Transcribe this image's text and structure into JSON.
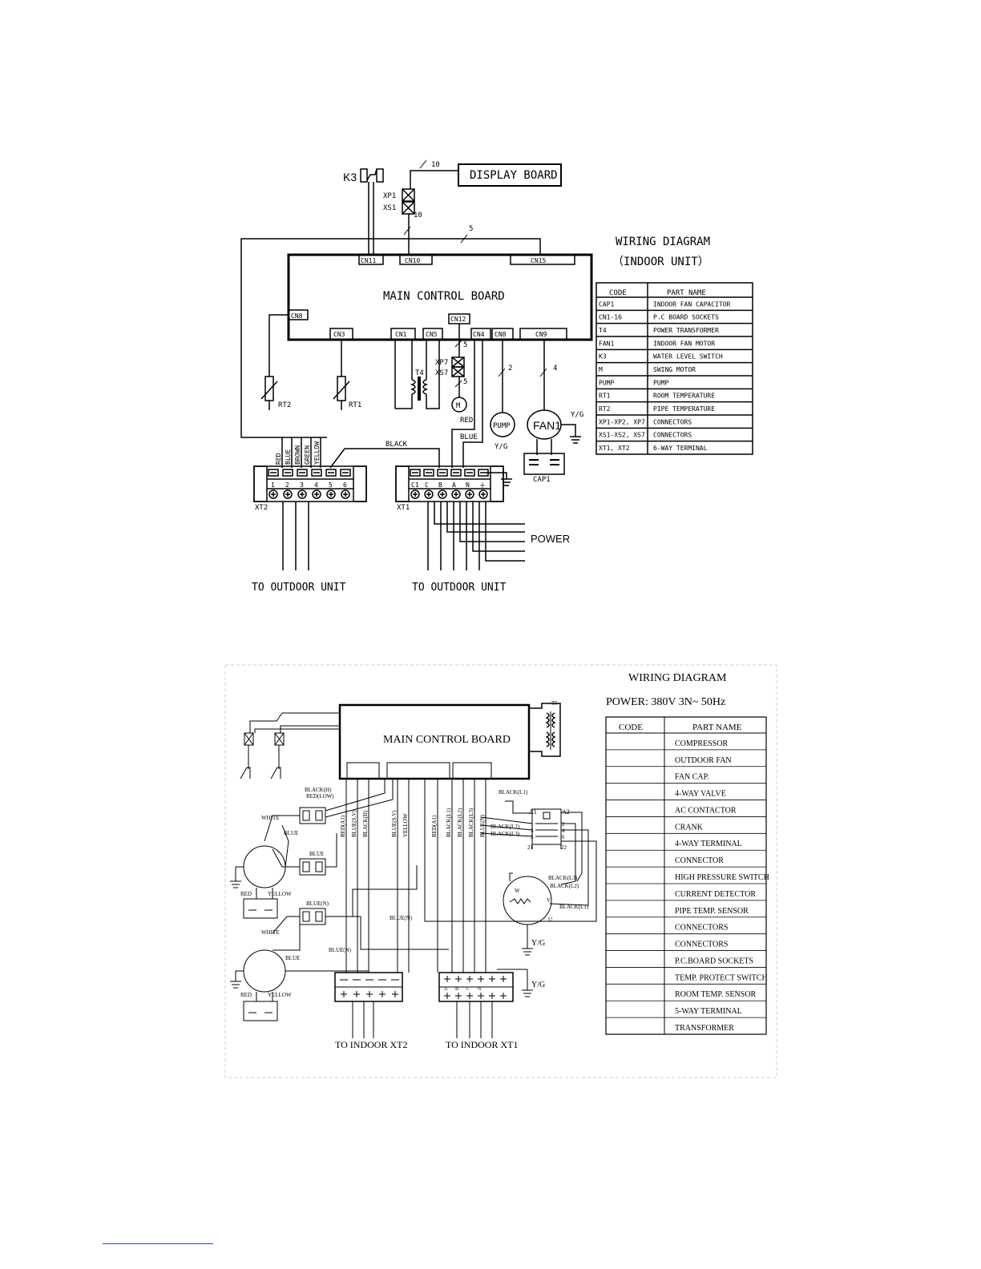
{
  "upper": {
    "title": "WIRING DIAGRAM",
    "subtitle": "（INDOOR UNIT）",
    "display_board": "DISPLAY BOARD",
    "main_board": "MAIN CONTROL BOARD",
    "labels": {
      "k3": "K3",
      "xp1": "XP1",
      "xs1": "XS1",
      "xp7": "XP7",
      "xs7": "XS7",
      "w10a": "10",
      "w10b": "10",
      "w5": "5",
      "w5b": "5",
      "w5c": "5",
      "w2": "2",
      "w4": "4",
      "cn11": "CN11",
      "cn10": "CN10",
      "cn15": "CN15",
      "cn8l": "CN8",
      "cn3": "CN3",
      "cn1": "CN1",
      "cn5": "CN5",
      "cn12": "CN12",
      "cn4": "CN4",
      "cn8": "CN8",
      "cn9": "CN9",
      "t4": "T4",
      "m": "M",
      "pump": "PUMP",
      "fan1": "FAN1",
      "cap1": "CAP1",
      "yg1": "Y/G",
      "yg2": "Y/G",
      "rt2": "RT2",
      "rt1": "RT1",
      "red": "RED",
      "blue": "BLUE",
      "black": "BLACK",
      "xt2": "XT2",
      "xt1": "XT1",
      "power": "POWER",
      "to_outdoor_1": "TO OUTDOOR UNIT",
      "to_outdoor_2": "TO OUTDOOR UNIT"
    },
    "xt2_wires": [
      "RED",
      "BLUE",
      "BROWN",
      "GREEN",
      "YELLOW"
    ],
    "xt2_terms": [
      "1",
      "2",
      "3",
      "4",
      "5",
      "6"
    ],
    "xt1_terms": [
      "C1",
      "C",
      "B",
      "A",
      "N",
      "⏚"
    ],
    "table": {
      "headers": [
        "CODE",
        "PART NAME"
      ],
      "rows": [
        [
          "CAP1",
          "INDOOR FAN CAPACITOR"
        ],
        [
          "CN1-16",
          "P.C BOARD SOCKETS"
        ],
        [
          "T4",
          "POWER TRANSFORMER"
        ],
        [
          "FAN1",
          "INDOOR FAN MOTOR"
        ],
        [
          "K3",
          "WATER LEVEL SWITCH"
        ],
        [
          "M",
          "SWING MOTOR"
        ],
        [
          "PUMP",
          "PUMP"
        ],
        [
          "RT1",
          "ROOM TEMPERATURE"
        ],
        [
          "RT2",
          "PIPE TEMPERATURE"
        ],
        [
          "XP1-XP2, XP7",
          "CONNECTORS"
        ],
        [
          "XS1-XS2, XS7",
          "CONNECTORS"
        ],
        [
          "XT1, XT2",
          "6-WAY TERMINAL"
        ]
      ]
    }
  },
  "lower": {
    "title": "WIRING DIAGRAM",
    "power": "POWER: 380V 3N~     50Hz",
    "main_board": "MAIN CONTROL BOARD",
    "labels": {
      "t5": "T5",
      "black_h": "BLACK(H)",
      "red_low": "RED(LOW)",
      "white1": "WHITE",
      "blue1": "BLUE",
      "red1": "RED",
      "yellow1": "YELLOW",
      "blue_mid": "BLUE",
      "blue_n1": "BLUE(N)",
      "blue_n2": "BLUE(N)",
      "blue_n3": "BLUE(N)",
      "white2": "WHITE",
      "blue2": "BLUE",
      "red2": "RED",
      "yellow2": "YELLOW",
      "black_l1": "BLACK(L1)",
      "black_l2": "BLACK(L2)",
      "black_l3": "BLACK(L3)",
      "black_l3b": "BLACK(L3)",
      "black_l2b": "BLACK(L2)",
      "black_l1b": "BLACK(L1)",
      "a1": "A1",
      "a2": "A2",
      "n1": "1",
      "n2": "2",
      "n3": "3",
      "n4": "4",
      "n5": "5",
      "n6": "6",
      "n21": "21",
      "n22": "22",
      "w": "W",
      "v": "V",
      "u": "U",
      "yg1": "Y/G",
      "yg2": "Y/G",
      "to_xt2": "TO   INDOOR XT2",
      "to_xt1": "TO  INDOOR XT1"
    },
    "vertical_wires": [
      "RED(A1)",
      "BLUE(S.V)",
      "BLACK(H)",
      "BLUE(S.V)",
      "YELLOW",
      "RED(A1)",
      "BLACK(L1)",
      "BLACK(L2)",
      "BLACK(L3)",
      "BLUE(N)"
    ],
    "xt1_letters": [
      "A",
      "B",
      "C",
      "N"
    ],
    "table": {
      "headers": [
        "CODE",
        "PART NAME"
      ],
      "rows": [
        "COMPRESSOR",
        "OUTDOOR FAN",
        "FAN CAP.",
        "4-WAY VALVE",
        "AC CONTACTOR",
        "CRANK",
        "4-WAY TERMINAL",
        "CONNECTOR",
        "HIGH PRESSURE SWITCH",
        "CURRENT DETECTOR",
        "PIPE TEMP. SENSOR",
        "CONNECTORS",
        "CONNECTORS",
        "P.C.BOARD SOCKETS",
        "TEMP. PROTECT SWITCH",
        "ROOM TEMP. SENSOR",
        "5-WAY TERMINAL",
        "TRANSFORMER"
      ]
    }
  }
}
